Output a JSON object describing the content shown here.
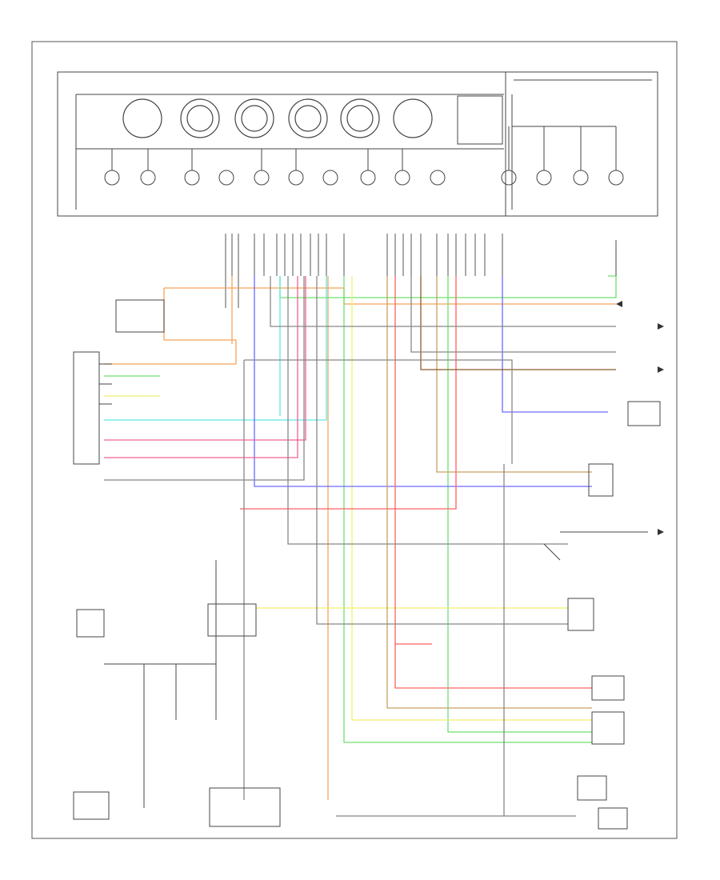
{
  "diagram": {
    "kind": "wiring-schematic",
    "wire_colors": {
      "orange": "#f5a35a",
      "green": "#6fe06f",
      "cyan": "#5fe6e6",
      "blue": "#6a6aff",
      "pink": "#f06090",
      "red": "#ff6060",
      "yellow": "#f0f070",
      "tan": "#c8a060",
      "brown": "#8b5a2b",
      "gray": "#888888",
      "black": "#333333",
      "purple": "#a060c0"
    },
    "gauges": [
      {
        "id": "gauge-1"
      },
      {
        "id": "gauge-2"
      },
      {
        "id": "gauge-3"
      },
      {
        "id": "gauge-4"
      },
      {
        "id": "gauge-5"
      },
      {
        "id": "gauge-6"
      }
    ],
    "indicator_lamps": 15,
    "labels_legible": false
  }
}
